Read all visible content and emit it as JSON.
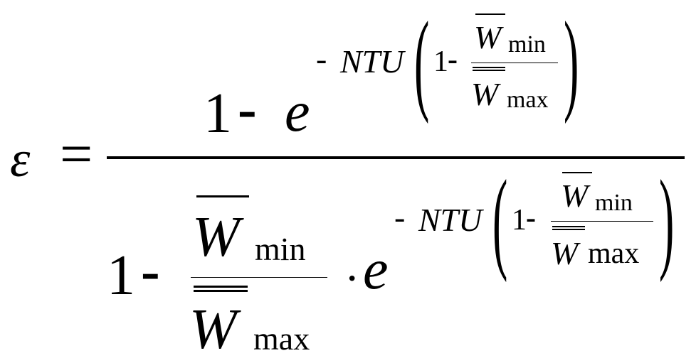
{
  "equation": {
    "lhs": "ε",
    "equals": "=",
    "one": "1",
    "minus": "-",
    "e": "e",
    "neg": "-",
    "ntu": "NTU",
    "lparen": "(",
    "rparen": ")",
    "W": "W",
    "min": "min",
    "max": "max",
    "dot": "·"
  }
}
